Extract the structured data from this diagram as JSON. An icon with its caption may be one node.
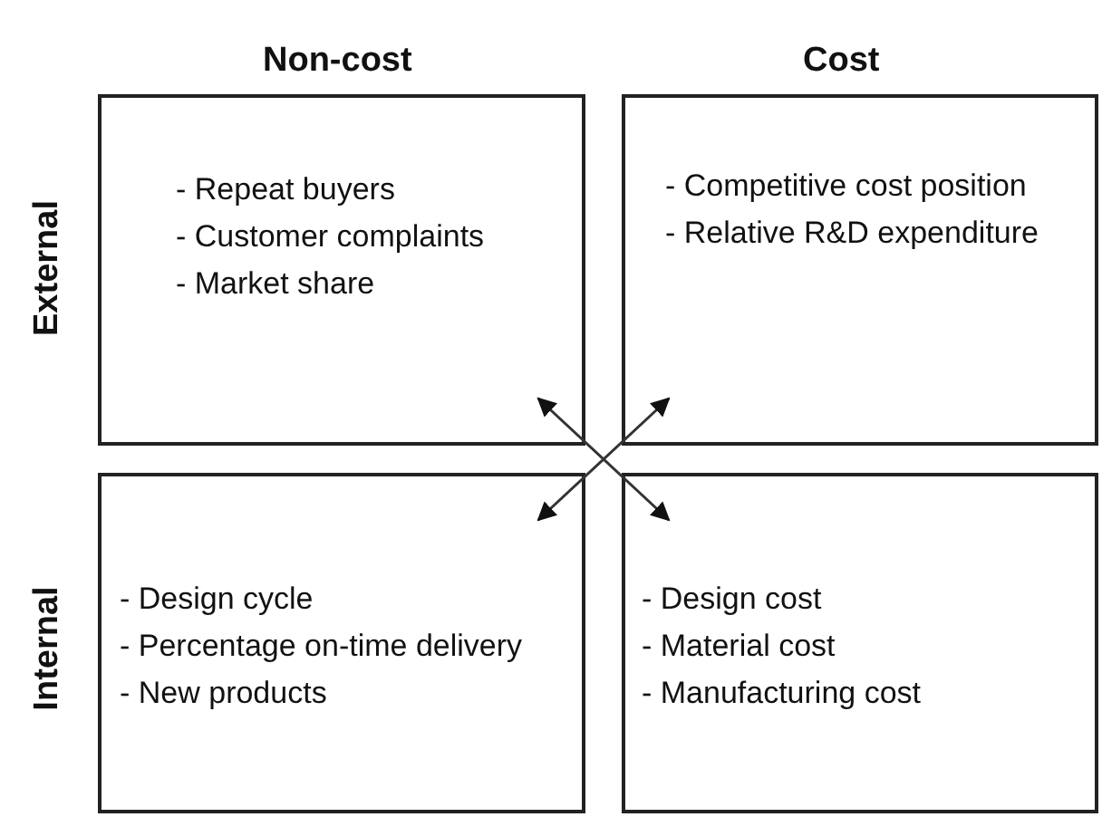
{
  "diagram": {
    "nodes": [
      {
        "text": [
          "- Repeat buyers",
          "- Customer complaints",
          "- Market share"
        ]
      },
      {
        "text": [
          "- Competitive cost position",
          "- Relative R&D expenditure"
        ]
      },
      {
        "text": [
          "- Design cycle",
          "- Percentage on-time delivery",
          "- New products"
        ]
      },
      {
        "text": [
          "- Design cost",
          "- Material cost",
          "- Manufacturing cost"
        ]
      }
    ],
    "edges": [
      {
        "from": 0,
        "to": 3,
        "arrow": "both"
      },
      {
        "from": 2,
        "to": 1,
        "arrow": "both"
      }
    ],
    "labels": [
      "Non-cost",
      "Cost",
      "External",
      "Internal"
    ]
  }
}
